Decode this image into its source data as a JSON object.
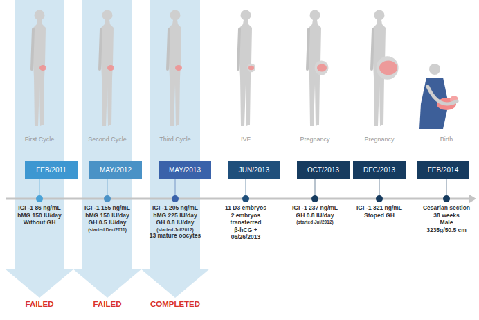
{
  "diagram": {
    "nodes": [
      {
        "text": [
          "FEB/2011"
        ]
      },
      {
        "text": [
          "MAY/2012"
        ]
      },
      {
        "text": [
          "MAY/2013"
        ]
      },
      {
        "text": [
          "JUN/2013"
        ]
      },
      {
        "text": [
          "OCT/2013"
        ]
      },
      {
        "text": [
          "DEC/2013"
        ]
      },
      {
        "text": [
          "FEB/2014"
        ]
      }
    ],
    "labels": [
      "First Cycle",
      "Second Cycle",
      "Third Cycle",
      "IVF",
      "Pregnancy",
      "Pregnancy",
      "Birth",
      "IGF-1 86 ng/mL",
      "hMG 150 IU/day",
      "Without GH",
      "IGF-1 155 ng/mL",
      "hMG 150 IU/day",
      "GH 0.5 IU/day",
      "(started Dec/2011)",
      "IGF-1 205 ng/mL",
      "hMG 225 IU/day",
      "GH 0.8 IU/day",
      "(started Jul/2012)",
      "13 mature oocytes",
      "11 D3 embryos",
      "2 embryos",
      "transferred",
      "β-hCG +",
      "06/26/2013",
      "IGF-1 237 ng/mL",
      "GH 0.8 IU/day",
      "(started Jul/2012)",
      "IGF-1 321 ng/mL",
      "Stoped GH",
      "Cesarian section",
      "38 weeks",
      "Male",
      "3235g/50.5 cm",
      "FAILED",
      "FAILED",
      "COMPLETED"
    ]
  }
}
